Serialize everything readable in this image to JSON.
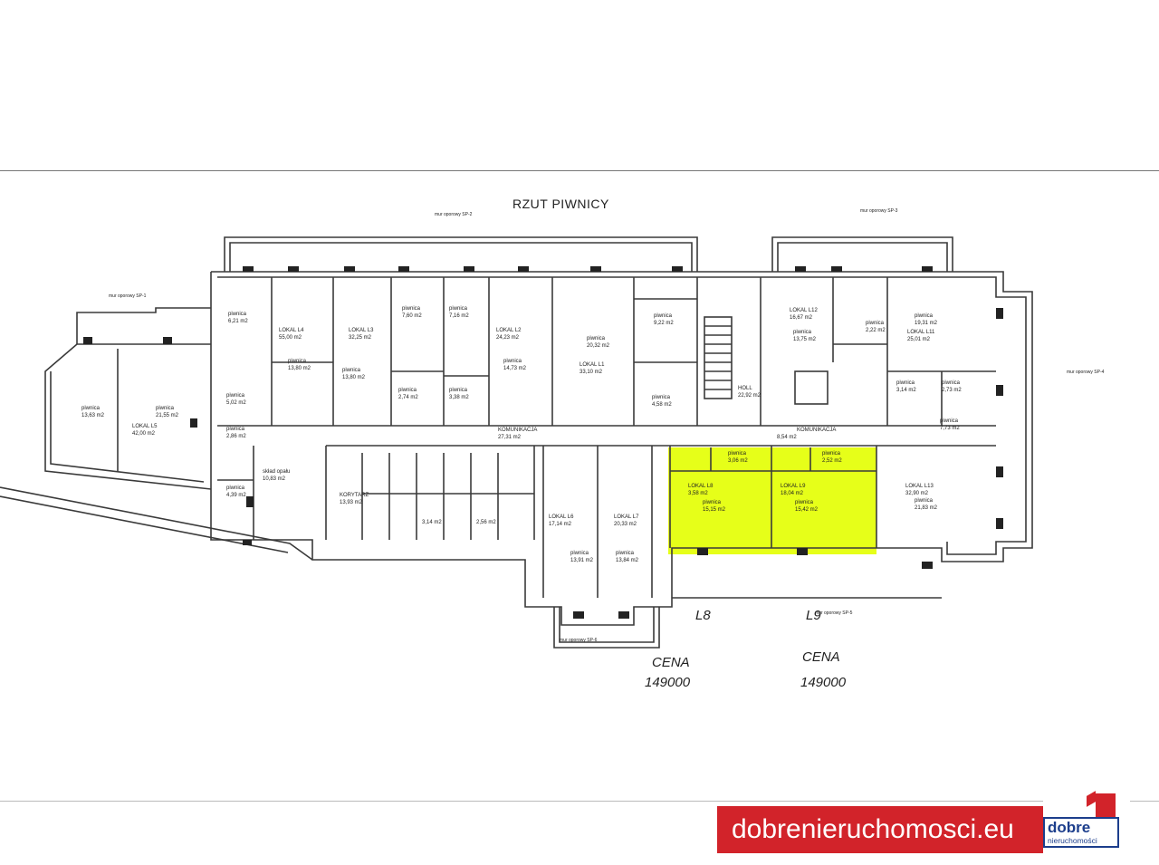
{
  "drawing": {
    "title": "RZUT PIWNICY",
    "walls": {
      "sp1": "mur oporowy SP-1",
      "sp2": "mur oporowy SP-2",
      "sp3": "mur oporowy SP-3",
      "sp4": "mur oporowy SP-4",
      "sp5": "mur oporowy SP-5",
      "sp6": "mur oporowy SP-6"
    },
    "corridors": {
      "komunikacja_left": "KOMUNIKACJA",
      "komunikacja_left_area": "27,31 m2",
      "komunikacja_right": "KOMUNIKACJA",
      "komunikacja_right_area": "8,54 m2",
      "hall": "HOLL",
      "hall_area": "22,92 m2",
      "korytarz": "KORYTARZ",
      "korytarz_area": "13,93 m2",
      "sklad_opalu": "skład opału",
      "sklad_opalu_area": "10,83 m2"
    },
    "units": [
      {
        "id": "l4",
        "label": "LOKAL L4",
        "area": "55,00 m2"
      },
      {
        "id": "l3",
        "label": "LOKAL L3",
        "area": "32,25 m2"
      },
      {
        "id": "l2",
        "label": "LOKAL L2",
        "area": "24,23 m2"
      },
      {
        "id": "l1",
        "label": "LOKAL L1",
        "area": "33,10 m2"
      },
      {
        "id": "l12",
        "label": "LOKAL L12",
        "area": "16,67 m2"
      },
      {
        "id": "l11",
        "label": "LOKAL L11",
        "area": "25,01 m2"
      },
      {
        "id": "l5",
        "label": "LOKAL L5",
        "area": "42,00 m2"
      },
      {
        "id": "l6",
        "label": "LOKAL L6",
        "area": "17,14 m2"
      },
      {
        "id": "l7",
        "label": "LOKAL L7",
        "area": "20,33 m2"
      },
      {
        "id": "l8",
        "label": "LOKAL L8",
        "area": "3,58 m2"
      },
      {
        "id": "l9",
        "label": "LOKAL L9",
        "area": "18,04 m2"
      },
      {
        "id": "l13",
        "label": "LOKAL L13",
        "area": "32,90 m2"
      }
    ],
    "rooms": {
      "room_word": "piwnica",
      "a1": "6,21 m2",
      "a2": "13,80 m2",
      "a3": "13,80 m2",
      "a4": "7,60 m2",
      "a5": "2,74 m2",
      "a6": "7,16 m2",
      "a7": "3,38 m2",
      "a8": "14,73 m2",
      "a9": "20,32 m2",
      "a10": "9,22 m2",
      "a11": "4,58 m2",
      "a12": "5,02 m2",
      "a13": "2,86 m2",
      "a14": "4,39 m2",
      "a15": "13,63 m2",
      "a16": "21,55 m2",
      "a17": "13,91 m2",
      "a18": "13,84 m2",
      "a19": "3,06 m2",
      "a20": "15,15 m2",
      "a21": "2,52 m2",
      "a22": "15,42 m2",
      "a23": "13,75 m2",
      "a24": "2,22 m2",
      "a25": "19,31 m2",
      "a26": "3,14 m2",
      "a27": "2,73 m2",
      "a28": "7,73 m2",
      "a29": "21,83 m2",
      "a30": "3,14 m2",
      "a31": "2,56 m2"
    },
    "labels": {
      "l8_hand": "L8",
      "l9_hand": "L9",
      "price_label": "CENA",
      "price_l8": "149000",
      "price_l9": "149000"
    },
    "colors": {
      "highlight": "#e3ff00",
      "line": "#3a3a3a",
      "brand_red": "#d2232a",
      "brand_blue": "#1c3e8c"
    }
  },
  "brand": {
    "site": "dobrenieruchomosci.eu",
    "logo_word1": "dobre",
    "logo_word2": "nieruchomości"
  }
}
